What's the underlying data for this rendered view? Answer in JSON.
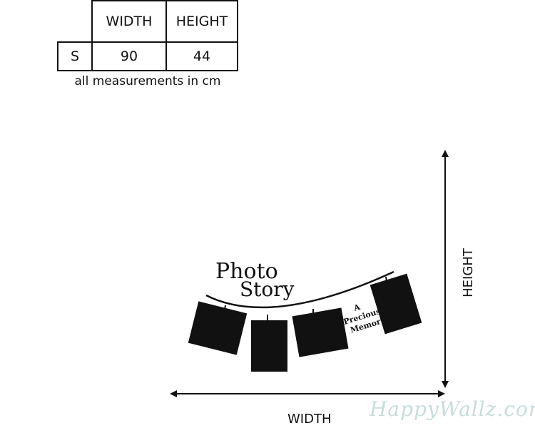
{
  "size_table": {
    "headers": [
      "WIDTH",
      "HEIGHT"
    ],
    "rows": [
      {
        "size": "S",
        "width": "90",
        "height": "44"
      }
    ],
    "caption": "all measurements in cm"
  },
  "diagram": {
    "height_label": "HEIGHT",
    "width_label": "WIDTH",
    "decal_text": {
      "title_line1": "Photo",
      "title_line2": "Story",
      "tag_line1": "A",
      "tag_line2": "Precious",
      "tag_line3": "Memory"
    }
  },
  "watermark": "HappyWallz.com"
}
